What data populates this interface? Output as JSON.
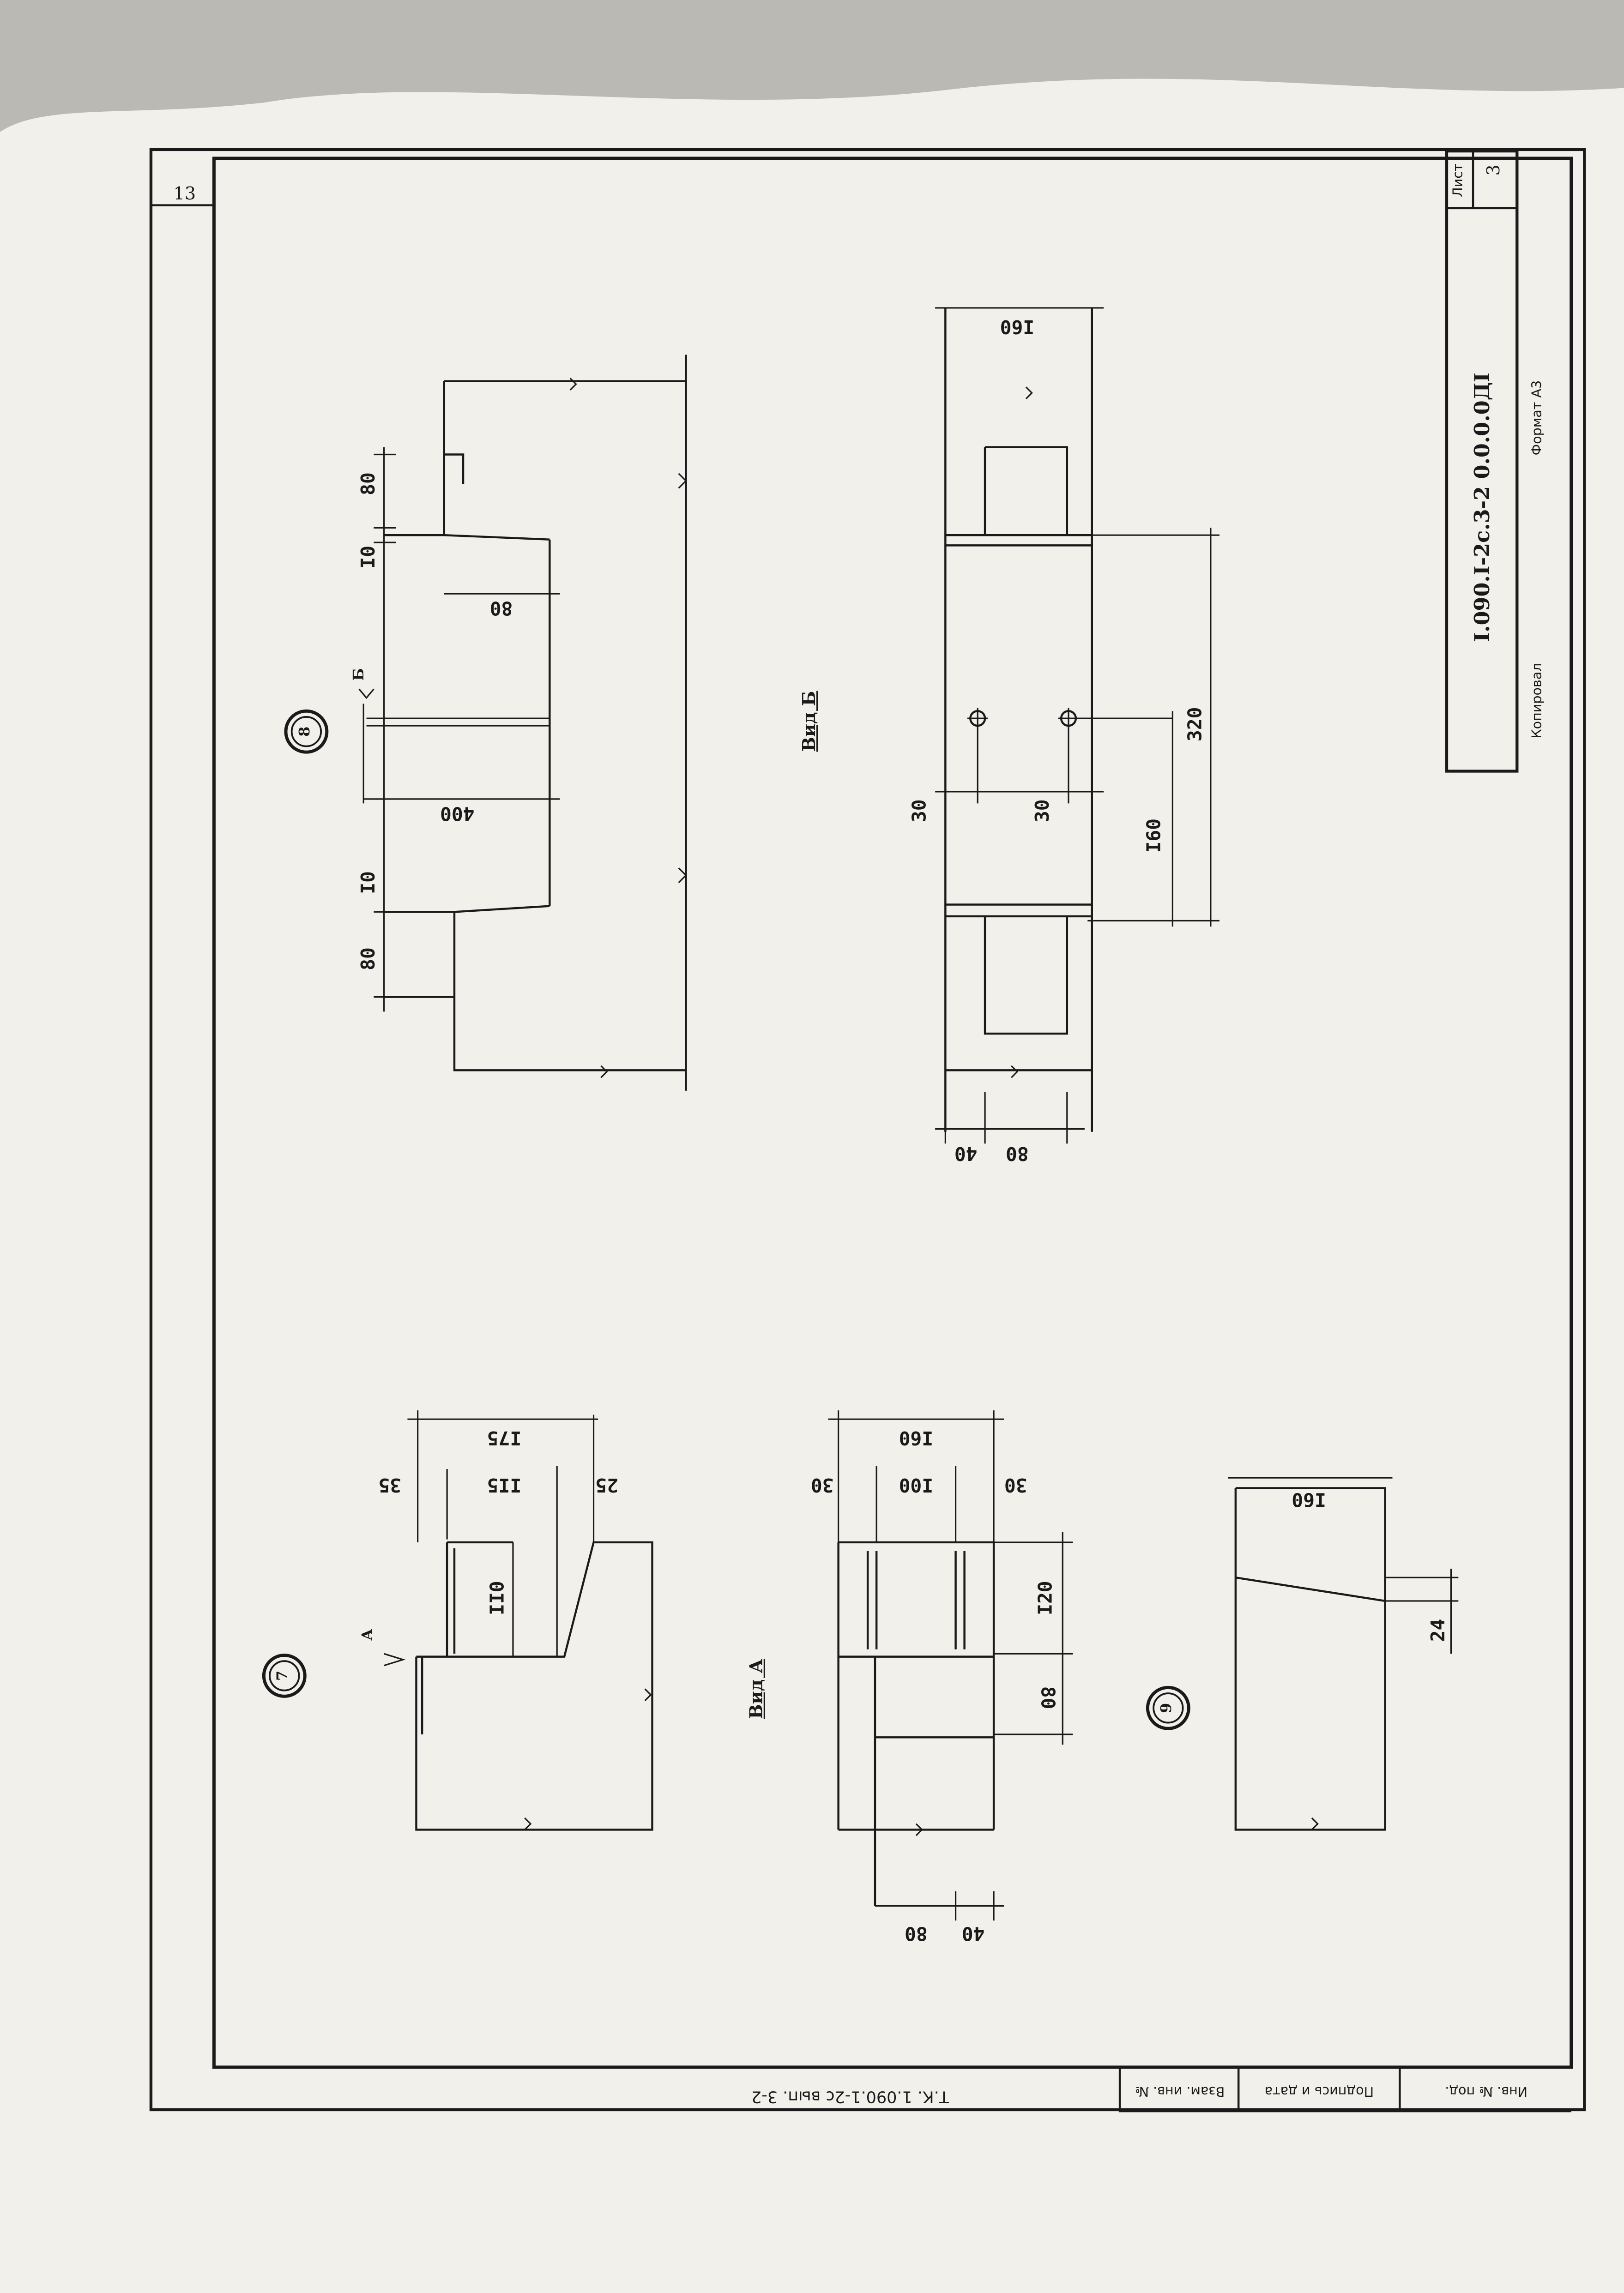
{
  "sheet_corner_number": "13",
  "title_block": {
    "sheet_label": "Лист",
    "sheet_number": "3",
    "code": "I.090.I-2с.3-2 0.0.0.0ДI",
    "copied_label": "Копировал",
    "format_label": "Формат А3"
  },
  "bottom_strip": {
    "inv_no_label": "Инв. № под.",
    "signature_label": "Подпись и дата",
    "replace_inv_label": "Взам. инв. №",
    "series_ref": "Т.К. 1.090.1-2с вып. 3-2"
  },
  "nodes": {
    "node7": {
      "label": "7",
      "view_arrow_letter": "А",
      "dims": {
        "d35": "35",
        "d115": "II5",
        "d25": "25",
        "d175": "I75",
        "d110": "II0"
      }
    },
    "view_a": {
      "title": "Вид А",
      "dims": {
        "d30_left": "30",
        "d100": "I00",
        "d30_right": "30",
        "d160": "I60",
        "d120": "I20",
        "d80": "80",
        "d40": "40",
        "d80_bottom": "80"
      }
    },
    "node9": {
      "label": "9",
      "dims": {
        "d160": "I60",
        "d24": "24"
      }
    },
    "node8": {
      "label": "8",
      "view_arrow_letter": "Б",
      "dims": {
        "d80_top": "80",
        "d10_top": "I0",
        "d80_mid": "80",
        "d400": "400",
        "d10_bottom": "I0",
        "d80_bottom": "80"
      }
    },
    "view_b": {
      "title": "Вид Б",
      "dims": {
        "d160_top": "I60",
        "d30_a": "30",
        "d30_b": "30",
        "d160_side": "I60",
        "d320": "320",
        "d40": "40",
        "d80": "80"
      }
    }
  }
}
